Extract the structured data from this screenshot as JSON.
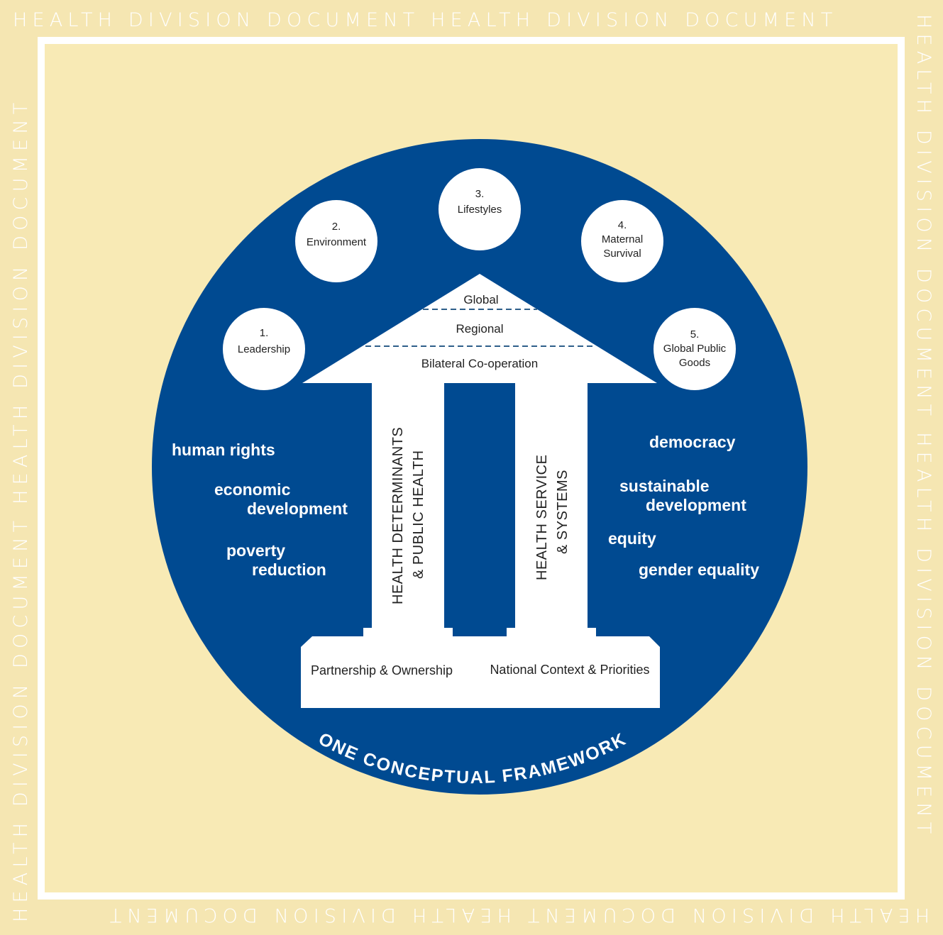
{
  "border": {
    "top": "HEALTH DIVISION DOCUMENT HEALTH DIVISION DOCUMENT",
    "right": "HEALTH DIVISION DOCUMENT HEALTH DIVISION DOCUMENT",
    "bottom": "HEALTH DIVISION DOCUMENT HEALTH DIVISION DOCUMENT",
    "left": "HEALTH DIVISION DOCUMENT HEALTH DIVISION DOCUMENT"
  },
  "colors": {
    "background": "#f5e6b2",
    "circle": "#004a91",
    "white": "#ffffff",
    "dashed_line": "#2e5f8a"
  },
  "focus_areas": [
    {
      "number": "1.",
      "lines": [
        "Leadership"
      ]
    },
    {
      "number": "2.",
      "lines": [
        "Environment"
      ]
    },
    {
      "number": "3.",
      "lines": [
        "Lifestyles"
      ]
    },
    {
      "number": "4.",
      "lines": [
        "Maternal",
        "Survival"
      ]
    },
    {
      "number": "5.",
      "lines": [
        "Global Public",
        "Goods"
      ]
    }
  ],
  "pediment": {
    "levels": [
      "Global",
      "Regional",
      "Bilateral Co-operation"
    ]
  },
  "pillars": [
    {
      "lines": [
        "HEALTH DETERMINANTS",
        "& PUBLIC HEALTH"
      ]
    },
    {
      "lines": [
        "HEALTH SERVICE",
        "& SYSTEMS"
      ]
    }
  ],
  "base": {
    "left": "Partnership & Ownership",
    "right": "National Context & Priorities"
  },
  "values_left": {
    "human_rights": "human rights",
    "economic_1": "economic",
    "economic_2": "development",
    "poverty_1": "poverty",
    "poverty_2": "reduction"
  },
  "values_right": {
    "democracy": "democracy",
    "sustainable_1": "sustainable",
    "sustainable_2": "development",
    "equity": "equity",
    "gender": "gender equality"
  },
  "framework_title": "ONE CONCEPTUAL FRAMEWORK"
}
